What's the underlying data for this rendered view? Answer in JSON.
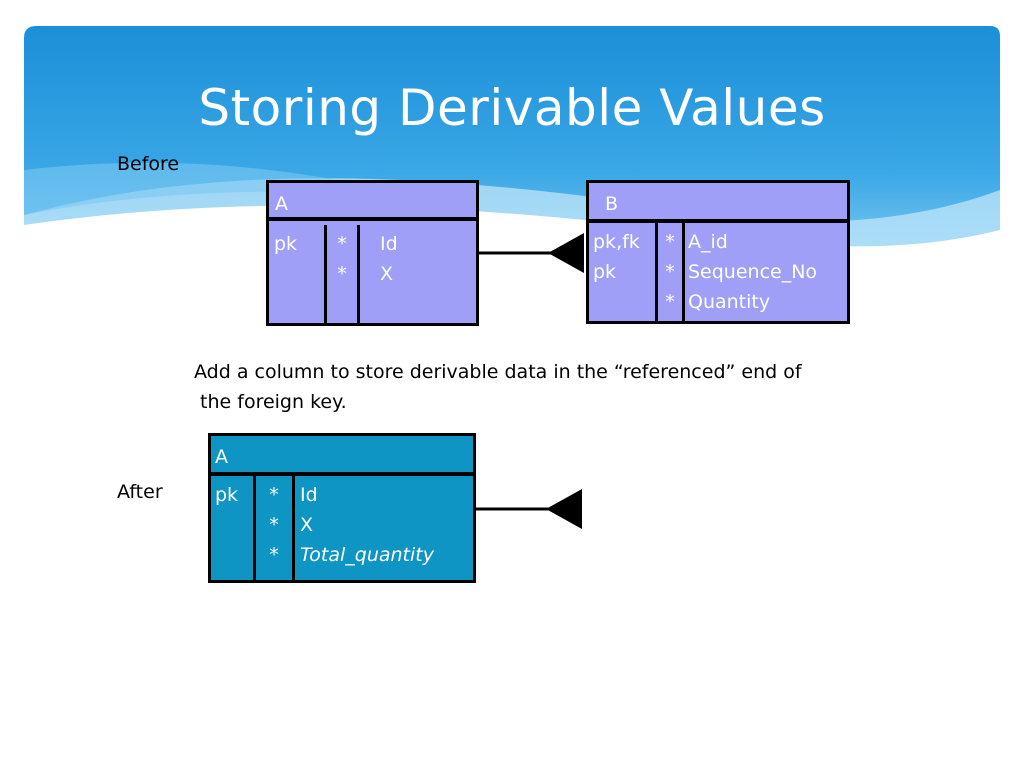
{
  "slide": {
    "title": "Storing Derivable Values",
    "before_label": "Before",
    "after_label": "After",
    "description_line1": "Add a column to store derivable data in the “referenced” end of",
    "description_line2": " the foreign key.",
    "colors": {
      "header_gradient_top": "#1a8fd6",
      "header_gradient_bottom": "#8fd2f5",
      "entity_before": "#9f9ff8",
      "entity_after": "#0e95c4"
    }
  },
  "before": {
    "entity_a": {
      "name": "A",
      "keys": [
        "pk",
        ""
      ],
      "marks": [
        "*",
        "*"
      ],
      "attributes": [
        "Id",
        "X"
      ]
    },
    "entity_b": {
      "name": "B",
      "keys": [
        "pk,fk",
        "pk",
        ""
      ],
      "marks": [
        "*",
        "*",
        "*"
      ],
      "attributes": [
        "A_id",
        "Sequence_No",
        "Quantity"
      ]
    }
  },
  "after": {
    "entity_a": {
      "name": "A",
      "keys": [
        "pk",
        "",
        ""
      ],
      "marks": [
        "*",
        "*",
        "*"
      ],
      "attributes": [
        "Id",
        "X",
        "Total_quantity"
      ]
    }
  }
}
